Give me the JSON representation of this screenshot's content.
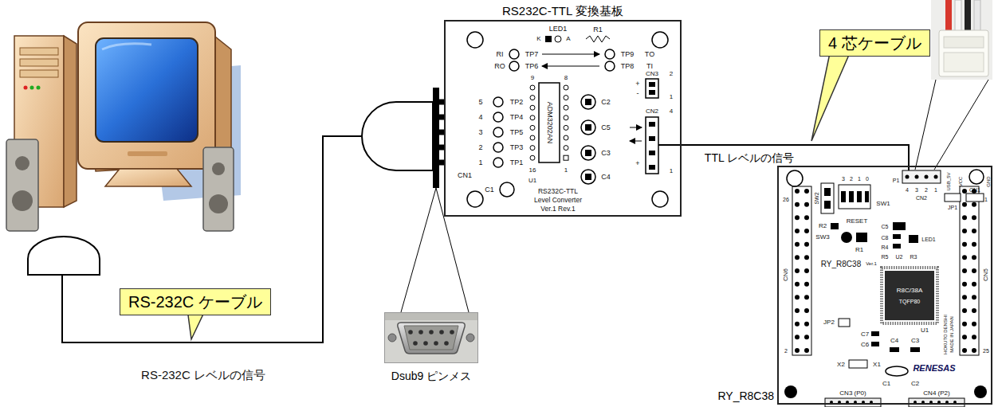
{
  "diagram": {
    "nodes": [
      {
        "text": [
          "RS232C-TTL 変換基板"
        ]
      },
      {
        "text": [
          "4 芯ケーブル"
        ]
      },
      {
        "text": [
          "RY_R8C38"
        ]
      },
      {
        "text": [
          "RS-232C ケーブル"
        ]
      },
      {
        "text": [
          "Dsub9 ピンメス"
        ]
      }
    ],
    "edges": [
      {
        "from": 0,
        "to": 2,
        "arrow": "none",
        "label": "TTL レベルの信号"
      }
    ],
    "labels": [
      "LED1",
      "K",
      "A",
      "R1",
      "RI",
      "TP7",
      "TP9",
      "TO",
      "RO",
      "TP6",
      "TP8",
      "TI",
      "9",
      "8",
      "5",
      "TP2",
      "4",
      "TP4",
      "3",
      "TP5",
      "2",
      "TP3",
      "1",
      "TP1",
      "CN1",
      "C1",
      "16",
      "1",
      "U1",
      "ADM3202AN",
      "C2",
      "C5",
      "C3",
      "C4",
      "RS232C-TTL",
      "Level Converter",
      "Ver.1 Rev.1",
      "CN3",
      "2",
      "+",
      "-",
      "1",
      "CN2",
      "4",
      "+",
      "1",
      "3",
      "2",
      "1",
      "0",
      "SW2",
      "SW1",
      "P1",
      "4",
      "3",
      "2",
      "1",
      "CN2",
      "USB_5V",
      "VCC",
      "GND",
      "CN1",
      "JP1",
      "R2",
      "RESET",
      "SW3",
      "R1",
      "C5",
      "C8",
      "R4",
      "R5",
      "U2",
      "R3",
      "LED1",
      "RY_R8C38",
      "Ver.1",
      "R8C/38A",
      "TQFP80",
      "CN6",
      "CN5",
      "26",
      "2",
      "1",
      "25",
      "JP2",
      "C7",
      "C6",
      "U1",
      "C4",
      "C3",
      "X2",
      "X1",
      "C1",
      "C2",
      "HOKUTO DENSHI",
      "MADE IN JAPAN",
      "RENESAS",
      "CN3 (P0)",
      "CN4 (P2)",
      "RS-232C レベルの信号"
    ]
  }
}
